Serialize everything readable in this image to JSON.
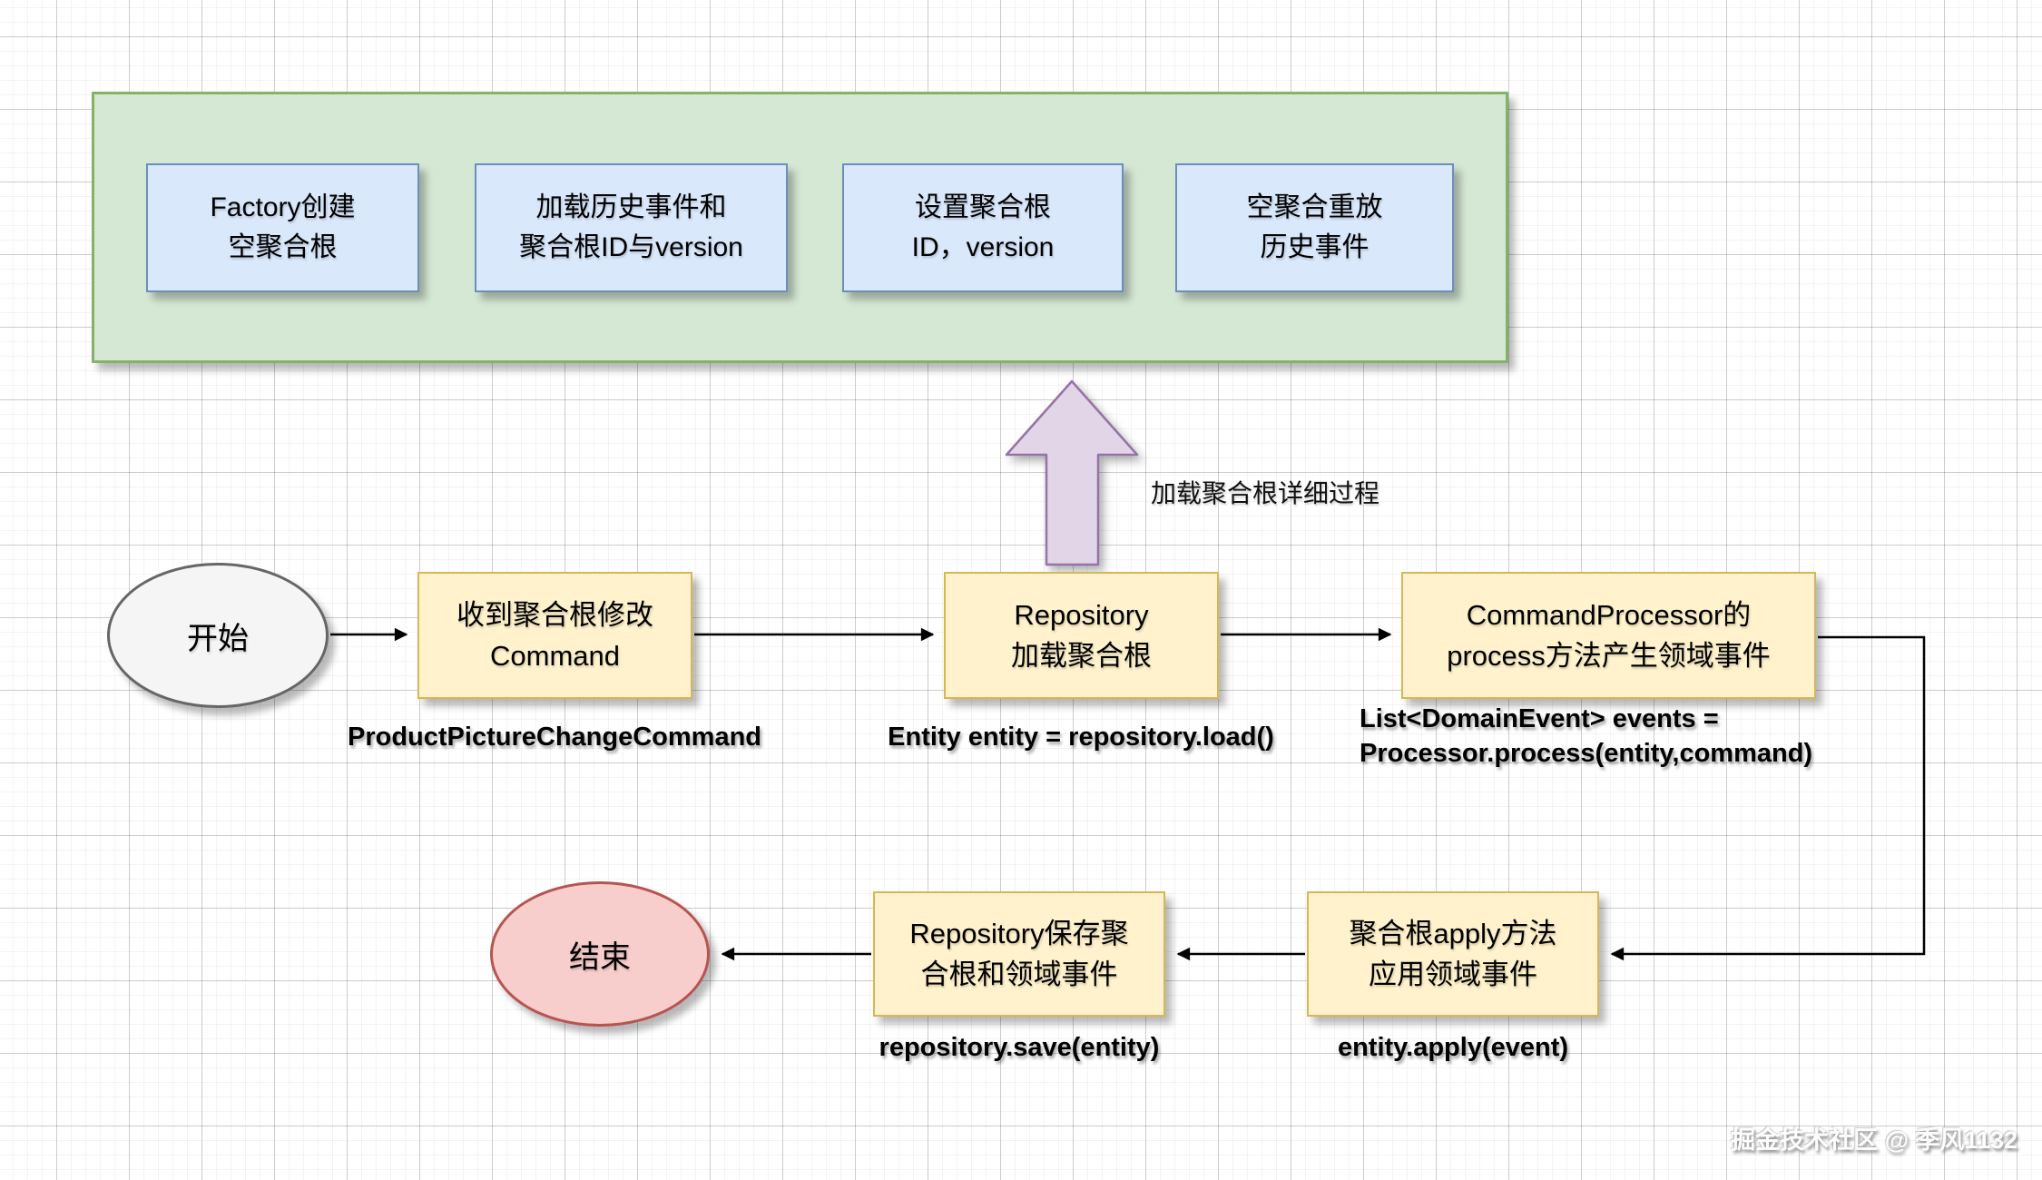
{
  "page": {
    "watermark": "掘金技术社区 @ 季风1132"
  },
  "colors": {
    "green_fill": "#d5e8d4",
    "green_border": "#82b366",
    "blue_fill": "#dae8fc",
    "blue_border": "#6c8ebf",
    "yellow_fill": "#fff2cc",
    "yellow_border": "#d6b656",
    "purple_fill": "#e1d5e7",
    "purple_border": "#9673a6",
    "start_fill": "#f5f5f5",
    "start_border": "#666666",
    "end_fill": "#f8cecc",
    "end_border": "#b85450",
    "connector": "#000000"
  },
  "detail_panel": {
    "label": "加载聚合根详细过程",
    "steps": [
      {
        "lines": [
          "Factory创建",
          "空聚合根"
        ]
      },
      {
        "lines": [
          "加载历史事件和",
          "聚合根ID与version"
        ]
      },
      {
        "lines": [
          "设置聚合根",
          "ID，version"
        ]
      },
      {
        "lines": [
          "空聚合重放",
          "历史事件"
        ]
      }
    ]
  },
  "main_flow": {
    "start_label": "开始",
    "end_label": "结束",
    "receive_command": {
      "lines": [
        "收到聚合根修改",
        "Command"
      ],
      "annotation": "ProductPictureChangeCommand"
    },
    "repository_load": {
      "lines": [
        "Repository",
        "加载聚合根"
      ],
      "annotation": "Entity entity = repository.load()"
    },
    "command_processor": {
      "lines": [
        "CommandProcessor的",
        "process方法产生领域事件"
      ],
      "annotation_lines": [
        "List<DomainEvent> events =",
        "Processor.process(entity,command)"
      ]
    },
    "aggregate_apply": {
      "lines": [
        "聚合根apply方法",
        "应用领域事件"
      ],
      "annotation": "entity.apply(event)"
    },
    "repository_save": {
      "lines": [
        "Repository保存聚",
        "合根和领域事件"
      ],
      "annotation": "repository.save(entity)"
    }
  }
}
